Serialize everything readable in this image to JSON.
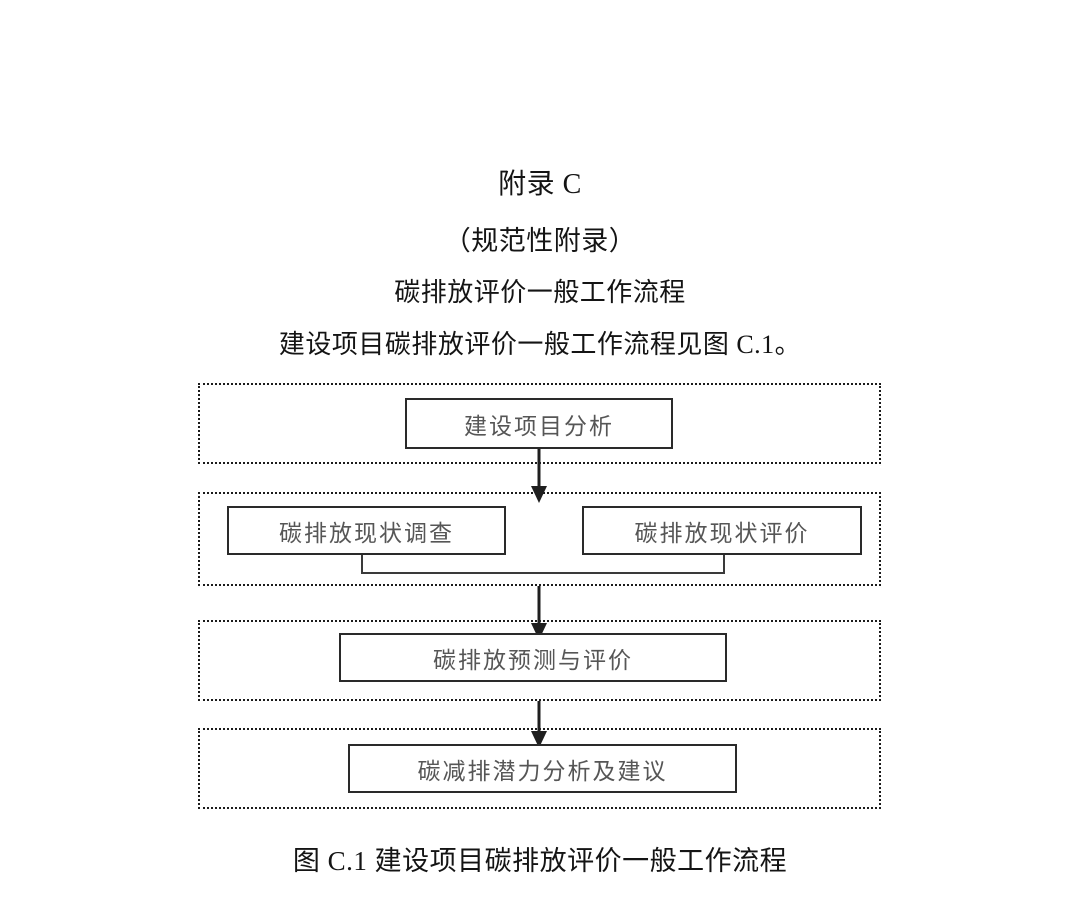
{
  "document": {
    "appendix_title": "附录 C",
    "normative_label": "（规范性附录）",
    "subject_title": "碳排放评价一般工作流程",
    "lead_text": "建设项目碳排放评价一般工作流程见图 C.1。",
    "figure_caption": "图 C.1  建设项目碳排放评价一般工作流程"
  },
  "colors": {
    "page_background": "#ffffff",
    "heading_text": "#141414",
    "node_text": "#565656",
    "node_border": "#2a2a2a",
    "group_border": "#1b1b1b",
    "connector": "#1f1f1f"
  },
  "chart_data": {
    "type": "flowchart",
    "title": "建设项目碳排放评价一般工作流程",
    "orientation": "top-to-bottom",
    "stages": [
      {
        "id": "stage-1",
        "nodes": [
          {
            "id": "node-analysis",
            "label": "建设项目分析"
          }
        ]
      },
      {
        "id": "stage-2",
        "nodes": [
          {
            "id": "node-survey",
            "label": "碳排放现状调查"
          },
          {
            "id": "node-current",
            "label": "碳排放现状评价"
          }
        ]
      },
      {
        "id": "stage-3",
        "nodes": [
          {
            "id": "node-forecast",
            "label": "碳排放预测与评价"
          }
        ]
      },
      {
        "id": "stage-4",
        "nodes": [
          {
            "id": "node-potential",
            "label": "碳减排潜力分析及建议"
          }
        ]
      }
    ],
    "edges": [
      {
        "from": "node-analysis",
        "to": "stage-2",
        "style": "arrow-down"
      },
      {
        "from": "node-survey",
        "to": "merge-1",
        "style": "elbow"
      },
      {
        "from": "node-current",
        "to": "merge-1",
        "style": "elbow"
      },
      {
        "from": "merge-1",
        "to": "node-forecast",
        "style": "arrow-down"
      },
      {
        "from": "node-forecast",
        "to": "node-potential",
        "style": "arrow-down"
      }
    ]
  },
  "nodes": {
    "analysis": "建设项目分析",
    "survey": "碳排放现状调查",
    "current": "碳排放现状评价",
    "forecast": "碳排放预测与评价",
    "potential": "碳减排潜力分析及建议"
  }
}
